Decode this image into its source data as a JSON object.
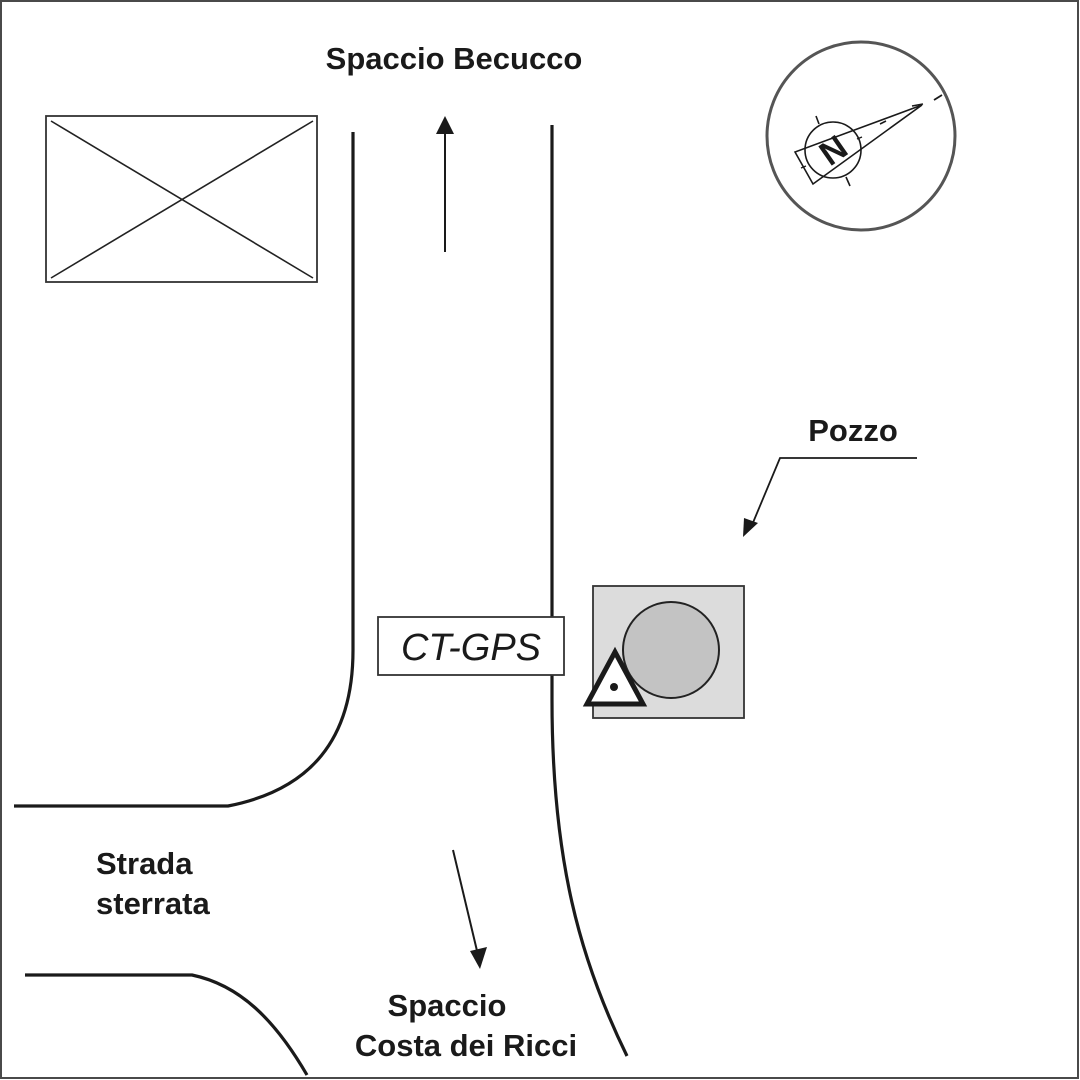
{
  "map": {
    "type": "site-sketch",
    "labels": {
      "north_destination": "Spaccio Becucco",
      "well": "Pozzo",
      "station": "CT-GPS",
      "side_road_line1": "Strada",
      "side_road_line2": "sterrata",
      "south_destination_line1": "Spaccio",
      "south_destination_line2": "Costa dei Ricci"
    },
    "compass": {
      "letter": "N",
      "icon": "north-arrow-icon"
    },
    "features": [
      {
        "name": "building",
        "icon": "building-crossed-rectangle"
      },
      {
        "name": "well",
        "icon": "well-circle-in-square"
      },
      {
        "name": "gps-station-marker",
        "icon": "triangle-with-dot"
      }
    ],
    "colors": {
      "line": "#1a1a1a",
      "frame": "#4a4a4a",
      "well_square_fill": "#dcdcdc",
      "well_circle_fill": "#c3c3c3",
      "compass_ring": "#555555"
    }
  }
}
